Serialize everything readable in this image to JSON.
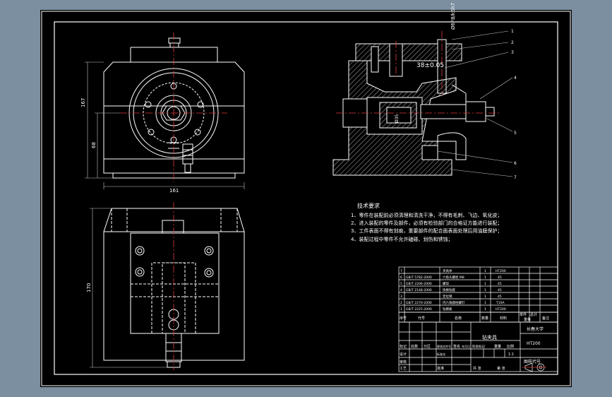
{
  "colors": {
    "background_outer": "#7b8fa0",
    "canvas": "#000000",
    "line": "#ffffff",
    "centerline": "#e03b3b",
    "leader": "#c8c8c8"
  },
  "dimensions": {
    "front_height": "167",
    "front_mid": "68",
    "front_width": "161",
    "top_height": "170",
    "section_fit": "Ø6F8/k6h7",
    "section_length": "38±0.05",
    "section_bore": "Ø35"
  },
  "callouts": [
    "1",
    "2",
    "3",
    "4",
    "5",
    "6",
    "7"
  ],
  "tech_requirements": {
    "title": "技术要求",
    "items": [
      "1、零件在装配前必须清理和清洗干净，不得有毛刺、飞边、氧化皮；",
      "2、进入装配的零件及部件，必须有检验部门的合格证方能进行装配；",
      "3、工件表面不得有划痕，重要部件的配合面表面处理后用油膜保护；",
      "4、装配过程中零件不允许磕碰、划伤和锈蚀；"
    ]
  },
  "bom": {
    "rows": [
      {
        "no": "7",
        "code": "",
        "name": "夹具体",
        "qty": "1",
        "material": "HT200"
      },
      {
        "no": "6",
        "code": "GB/T 5782-2000",
        "name": "六角头螺栓 M8",
        "qty": "1",
        "material": "45"
      },
      {
        "no": "5",
        "code": "GB/T 2206-2000",
        "name": "螺母",
        "qty": "1",
        "material": "45"
      },
      {
        "no": "4",
        "code": "GB/T 2148-2000",
        "name": "快换钻套",
        "qty": "1",
        "material": "45"
      },
      {
        "no": "3",
        "code": "",
        "name": "定位销",
        "qty": "1",
        "material": "45"
      },
      {
        "no": "2",
        "code": "GB/T 2270-2000",
        "name": "内六角圆柱螺钉",
        "qty": "1",
        "material": "T10A"
      },
      {
        "no": "1",
        "code": "GB/T 2225-2000",
        "name": "钻模板",
        "qty": "1",
        "material": "HT200"
      }
    ],
    "header": {
      "no": "序号",
      "code": "代号",
      "name": "名称",
      "qty": "数量",
      "material": "材料",
      "single": "单件",
      "total": "总计",
      "weight": "重量",
      "remark": "备注"
    }
  },
  "title_block": {
    "drawing_name": "钻夹具",
    "school": "长春大学",
    "material_code": "HT200",
    "drawing_no": "图样代号",
    "labels": {
      "mark": "标记",
      "count": "处数",
      "zone": "分区",
      "change_doc": "更改文件号",
      "sign": "签名",
      "date": "年月日",
      "design": "设计",
      "standard": "标准化",
      "review": "审核",
      "craft": "工艺",
      "approve": "批准",
      "stage": "阶段标记",
      "weight": "重量",
      "scale": "比例",
      "scale_val": "1:1",
      "sheets": "共  张",
      "sheet": "第  张"
    }
  }
}
